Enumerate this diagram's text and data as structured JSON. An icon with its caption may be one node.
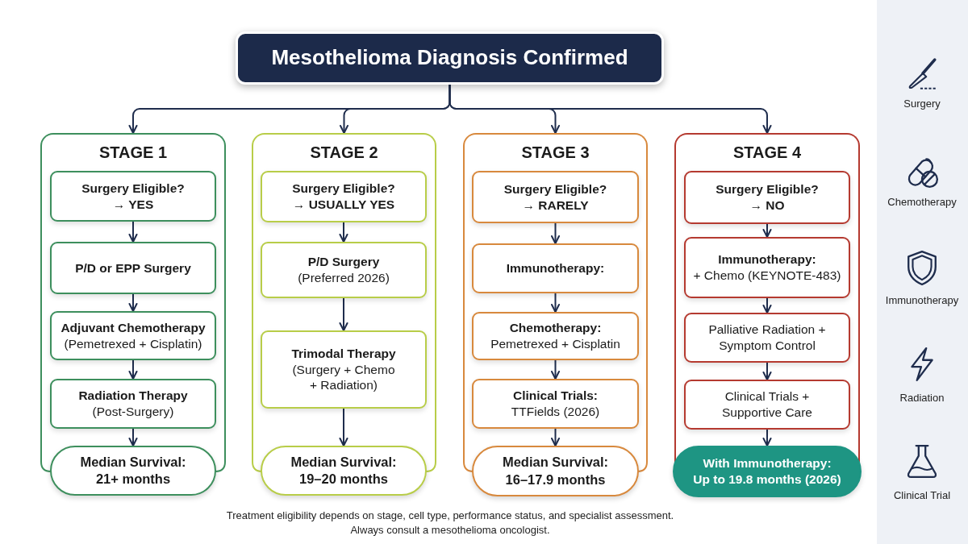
{
  "diagram": {
    "nodes": [
      {
        "text": [
          "Mesothelioma Diagnosis Confirmed"
        ]
      },
      {
        "text": [
          "STAGE 1"
        ]
      },
      {
        "text": [
          "Surgery Eligible?",
          "→ YES"
        ],
        "in": 1
      },
      {
        "text": [
          "P/D or EPP Surgery"
        ],
        "in": 1
      },
      {
        "text": [
          "Adjuvant Chemotherapy",
          "(Pemetrexed + Cisplatin)"
        ],
        "in": 1
      },
      {
        "text": [
          "Radiation Therapy",
          "(Post-Surgery)"
        ],
        "in": 1
      },
      {
        "text": [
          "Median Survival:",
          "21+ months"
        ]
      },
      {
        "text": [
          "STAGE 2"
        ]
      },
      {
        "text": [
          "Surgery Eligible?",
          "→ USUALLY YES"
        ],
        "in": 7
      },
      {
        "text": [
          "P/D Surgery",
          "(Preferred 2026)"
        ],
        "in": 7
      },
      {
        "text": [
          "Trimodal Therapy",
          "(Surgery + Chemo + Radiation)"
        ],
        "in": 7
      },
      {
        "text": [
          "Median Survival:",
          "19–20 months"
        ]
      },
      {
        "text": [
          "STAGE 3"
        ]
      },
      {
        "text": [
          "Surgery Eligible?",
          "→ RARELY"
        ],
        "in": 12
      },
      {
        "text": [
          "Immunotherapy:"
        ],
        "in": 12
      },
      {
        "text": [
          "Chemotherapy:",
          "Pemetrexed + Cisplatin"
        ],
        "in": 12
      },
      {
        "text": [
          "Clinical Trials:",
          "TTFields (2026)"
        ],
        "in": 12
      },
      {
        "text": [
          "Median Survival:",
          "16–17.9 months"
        ]
      },
      {
        "text": [
          "STAGE 4"
        ]
      },
      {
        "text": [
          "Surgery Eligible?",
          "→ NO"
        ],
        "in": 18
      },
      {
        "text": [
          "Immunotherapy:",
          "+ Chemo (KEYNOTE-483)"
        ],
        "in": 18
      },
      {
        "text": [
          "Palliative Radiation + Symptom Control"
        ],
        "in": 18
      },
      {
        "text": [
          "Clinical Trials + Supportive Care"
        ],
        "in": 18
      },
      {
        "text": [
          "With Immunotherapy:",
          "Up to 19.8 months (2026)"
        ]
      }
    ],
    "edges": [
      {
        "from": 0,
        "to": 1,
        "arrow": "to"
      },
      {
        "from": 0,
        "to": 7,
        "arrow": "to"
      },
      {
        "from": 0,
        "to": 12,
        "arrow": "to"
      },
      {
        "from": 0,
        "to": 18,
        "arrow": "to"
      },
      {
        "from": 2,
        "to": 3,
        "arrow": "to"
      },
      {
        "from": 3,
        "to": 4,
        "arrow": "to"
      },
      {
        "from": 4,
        "to": 5,
        "arrow": "to"
      },
      {
        "from": 5,
        "to": 6,
        "arrow": "to"
      },
      {
        "from": 8,
        "to": 9,
        "arrow": "to"
      },
      {
        "from": 9,
        "to": 10,
        "arrow": "to"
      },
      {
        "from": 10,
        "to": 11,
        "arrow": "to"
      },
      {
        "from": 13,
        "to": 14,
        "arrow": "to"
      },
      {
        "from": 14,
        "to": 15,
        "arrow": "to"
      },
      {
        "from": 15,
        "to": 16,
        "arrow": "to"
      },
      {
        "from": 16,
        "to": 17,
        "arrow": "to"
      },
      {
        "from": 19,
        "to": 20,
        "arrow": "to"
      },
      {
        "from": 20,
        "to": 21,
        "arrow": "to"
      },
      {
        "from": 21,
        "to": 22,
        "arrow": "to"
      },
      {
        "from": 22,
        "to": 23,
        "arrow": "to"
      }
    ],
    "labels": [
      "Surgery",
      "Chemotherapy",
      "Immunotherapy",
      "Radiation",
      "Clinical Trial",
      "Treatment eligibility depends on stage, cell type, performance status, and specialist assessment.",
      "Always consult a mesothelioma oncologist."
    ]
  }
}
